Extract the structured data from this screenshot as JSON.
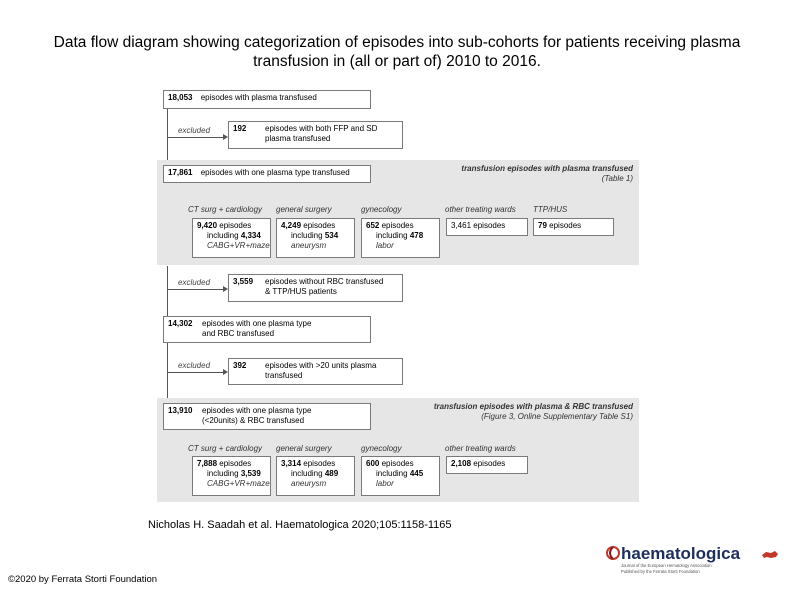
{
  "title": "Data flow diagram showing categorization of episodes into sub-cohorts for patients receiving plasma transfusion in (all or part of) 2010 to 2016.",
  "citation": "Nicholas H. Saadah et al. Haematologica 2020;105:1158-1165",
  "copyright": "©2020 by Ferrata Storti Foundation",
  "logo": {
    "name": "haematologica",
    "tagline": "Journal of the European Hematology Association · Published by the Ferrata Storti Foundation"
  },
  "diagram": {
    "top": {
      "num": "18,053",
      "text": "episodes with plasma transfused"
    },
    "excl1": {
      "label": "excluded",
      "num": "192",
      "text1": "episodes with both FFP and SD",
      "text2": "plasma transfused"
    },
    "panel1": {
      "box": {
        "num": "17,861",
        "text": "episodes with one plasma type transfused"
      },
      "note1": "transfusion episodes with plasma transfused",
      "note2": "(Table 1)",
      "categories": [
        {
          "label": "CT surg + cardiology",
          "l1num": "9,420",
          "l1text": "episodes",
          "l2pre": "including",
          "l2num": "4,334",
          "l3": "CABG+VR+maze"
        },
        {
          "label": "general surgery",
          "l1num": "4,249",
          "l1text": "episodes",
          "l2pre": "including",
          "l2num": "534",
          "l3": "aneurysm"
        },
        {
          "label": "gynecology",
          "l1num": "652",
          "l1text": "episodes",
          "l2pre": "including",
          "l2num": "478",
          "l3": "labor"
        },
        {
          "label": "other treating wards",
          "l1num": "3,461",
          "l1text": "episodes"
        },
        {
          "label": "TTP/HUS",
          "l1num": "79",
          "l1text": "episodes"
        }
      ]
    },
    "excl2": {
      "label": "excluded",
      "num": "3,559",
      "text1": "episodes without RBC transfused",
      "text2": "& TTP/HUS patients"
    },
    "mid": {
      "num": "14,302",
      "text1": "episodes with one plasma type",
      "text2": "and RBC transfused"
    },
    "excl3": {
      "label": "excluded",
      "num": "392",
      "text1": "episodes with >20 units plasma",
      "text2": "transfused"
    },
    "panel2": {
      "box": {
        "num": "13,910",
        "text1": "episodes with one plasma type",
        "text2": "(<20units) & RBC transfused"
      },
      "note1": "transfusion episodes with plasma & RBC transfused",
      "note2": "(Figure 3, Online Supplementary Table S1)",
      "categories": [
        {
          "label": "CT surg + cardiology",
          "l1num": "7,888",
          "l1text": "episodes",
          "l2pre": "including",
          "l2num": "3,539",
          "l3": "CABG+VR+maze"
        },
        {
          "label": "general surgery",
          "l1num": "3,314",
          "l1text": "episodes",
          "l2pre": "including",
          "l2num": "489",
          "l3": "aneurysm"
        },
        {
          "label": "gynecology",
          "l1num": "600",
          "l1text": "episodes",
          "l2pre": "including",
          "l2num": "445",
          "l3": "labor"
        },
        {
          "label": "other treating wards",
          "l1num": "2,108",
          "l1text": "episodes"
        }
      ]
    }
  }
}
